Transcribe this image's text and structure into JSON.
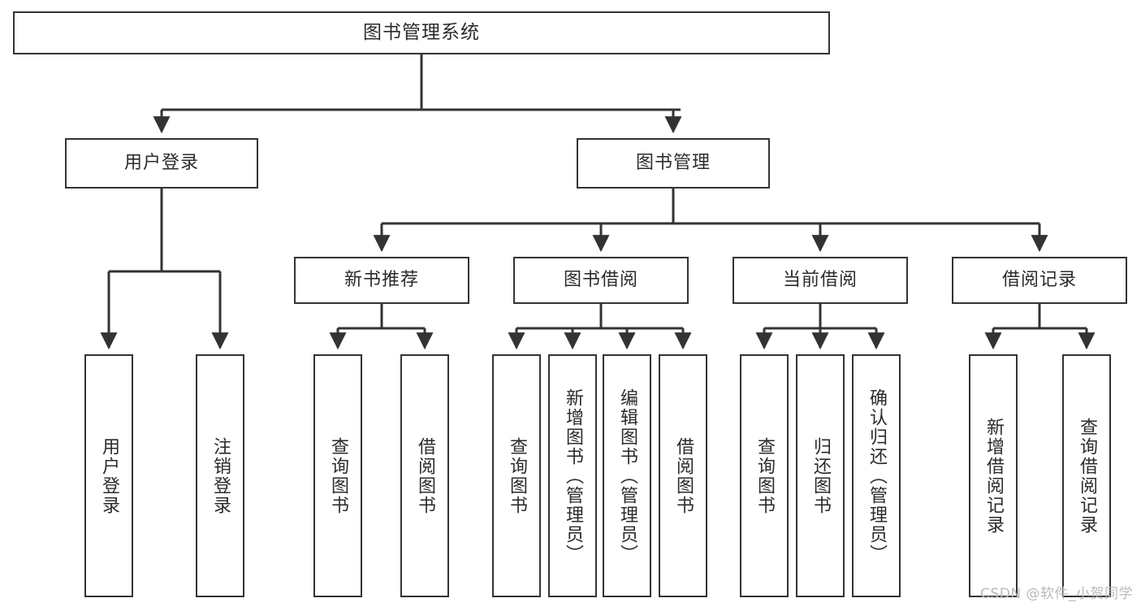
{
  "diagram": {
    "type": "tree",
    "title": "图书管理系统",
    "orientation": "top-down",
    "levels": 4,
    "colors": {
      "box_border": "#333333",
      "box_fill": "#ffffff",
      "connector": "#333333",
      "text": "#2b2b2b",
      "background": "#ffffff",
      "watermark": "#b9b9b9"
    },
    "root": {
      "label": "图书管理系统"
    },
    "level2": [
      {
        "label": "用户登录"
      },
      {
        "label": "图书管理"
      }
    ],
    "level3": [
      {
        "label": "新书推荐"
      },
      {
        "label": "图书借阅"
      },
      {
        "label": "当前借阅"
      },
      {
        "label": "借阅记录"
      }
    ],
    "leaves": {
      "user_login": [
        {
          "label": "用户登录"
        },
        {
          "label": "注销登录"
        }
      ],
      "new_book_recommend": [
        {
          "label": "查询图书"
        },
        {
          "label": "借阅图书"
        }
      ],
      "book_borrow": [
        {
          "label": "查询图书"
        },
        {
          "label": "新增图书（管理员）"
        },
        {
          "label": "编辑图书（管理员）"
        },
        {
          "label": "借阅图书"
        }
      ],
      "current_borrow": [
        {
          "label": "查询图书"
        },
        {
          "label": "归还图书"
        },
        {
          "label": "确认归还（管理员）"
        }
      ],
      "borrow_record": [
        {
          "label": "新增借阅记录"
        },
        {
          "label": "查询借阅记录"
        }
      ]
    }
  },
  "watermark": {
    "text": "CSDN @软件_小贺同学"
  }
}
